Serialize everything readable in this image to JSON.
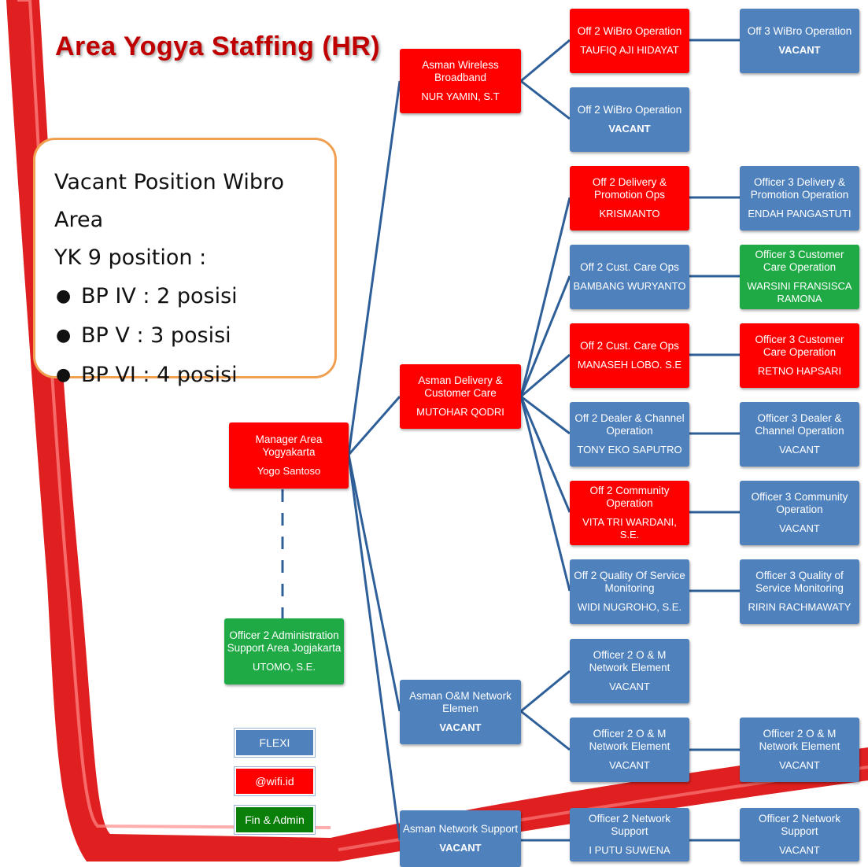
{
  "title": "Area Yogya Staffing (HR)",
  "colors": {
    "red": "#ff0000",
    "blue": "#4f81bd",
    "green": "#1faa45",
    "connector": "#2e5f99",
    "ribbon": "#e02020"
  },
  "callout": {
    "heading_line1": "Vacant Position Wibro Area",
    "heading_line2": "YK 9 position :",
    "items": [
      "BP IV : 2 posisi",
      "BP V : 3 posisi",
      "BP VI : 4 posisi"
    ]
  },
  "nodes": {
    "manager": {
      "title": "Manager Area Yogyakarta",
      "name": "Yogo Santoso",
      "color": "red"
    },
    "admin": {
      "title": "Officer 2 Administration Support Area Jogjakarta",
      "name": "UTOMO, S.E.",
      "color": "green"
    },
    "asman_wireless": {
      "title": "Asman Wireless Broadband",
      "name": "NUR YAMIN, S.T",
      "color": "red"
    },
    "asman_delivery": {
      "title": "Asman Delivery & Customer Care",
      "name": "MUTOHAR QODRI",
      "color": "red"
    },
    "asman_om": {
      "title": "Asman O&M Network Elemen",
      "name": "VACANT",
      "color": "blue"
    },
    "asman_netsup": {
      "title": "Asman Network Support",
      "name": "VACANT",
      "color": "blue"
    },
    "off2_wibro_a": {
      "title": "Off 2 WiBro Operation",
      "name": "TAUFIQ AJI HIDAYAT",
      "color": "red"
    },
    "off2_wibro_b": {
      "title": "Off 2 WiBro Operation",
      "name": "VACANT",
      "color": "blue"
    },
    "off2_delivery": {
      "title": "Off 2 Delivery & Promotion Ops",
      "name": "KRISMANTO",
      "color": "red"
    },
    "off2_custcare_a": {
      "title": "Off 2 Cust. Care Ops",
      "name": "BAMBANG WURYANTO",
      "color": "blue"
    },
    "off2_custcare_b": {
      "title": "Off 2 Cust. Care Ops",
      "name": "MANASEH LOBO. S.E",
      "color": "red"
    },
    "off2_dealer": {
      "title": "Off 2 Dealer & Channel Operation",
      "name": "TONY EKO SAPUTRO",
      "color": "blue"
    },
    "off2_community": {
      "title": "Off 2 Community Operation",
      "name": "VITA TRI WARDANI, S.E.",
      "color": "red"
    },
    "off2_qos": {
      "title": "Off 2 Quality Of Service Monitoring",
      "name": "WIDI NUGROHO, S.E.",
      "color": "blue"
    },
    "off2_om_a": {
      "title": "Officer 2 O & M Network Element",
      "name": "VACANT",
      "color": "blue"
    },
    "off2_om_b": {
      "title": "Officer 2 O & M Network Element",
      "name": "VACANT",
      "color": "blue"
    },
    "off2_netsup_a": {
      "title": "Officer 2 Network Support",
      "name": "I PUTU SUWENA",
      "color": "blue"
    },
    "off3_wibro": {
      "title": "Off 3 WiBro Operation",
      "name": "VACANT",
      "color": "blue"
    },
    "off3_delivery": {
      "title": "Officer 3 Delivery & Promotion Operation",
      "name": "ENDAH PANGASTUTI",
      "color": "blue"
    },
    "off3_custcare_a": {
      "title": "Officer 3 Customer Care Operation",
      "name": "WARSINI FRANSISCA RAMONA",
      "color": "green"
    },
    "off3_custcare_b": {
      "title": "Officer 3 Customer Care Operation",
      "name": "RETNO HAPSARI",
      "color": "red"
    },
    "off3_dealer": {
      "title": "Officer 3 Dealer & Channel Operation",
      "name": "VACANT",
      "color": "blue"
    },
    "off3_community": {
      "title": "Officer 3 Community Operation",
      "name": "VACANT",
      "color": "blue"
    },
    "off3_qos": {
      "title": "Officer 3 Quality of Service Monitoring",
      "name": "RIRIN RACHMAWATY",
      "color": "blue"
    },
    "off2_om_c": {
      "title": "Officer 2 O & M Network Element",
      "name": "VACANT",
      "color": "blue"
    },
    "off2_netsup_b": {
      "title": "Officer 2 Network Support",
      "name": "VACANT",
      "color": "blue"
    }
  },
  "legend": {
    "flexi": "FLEXI",
    "wifi": "@wifi.id",
    "fin": "Fin & Admin"
  }
}
